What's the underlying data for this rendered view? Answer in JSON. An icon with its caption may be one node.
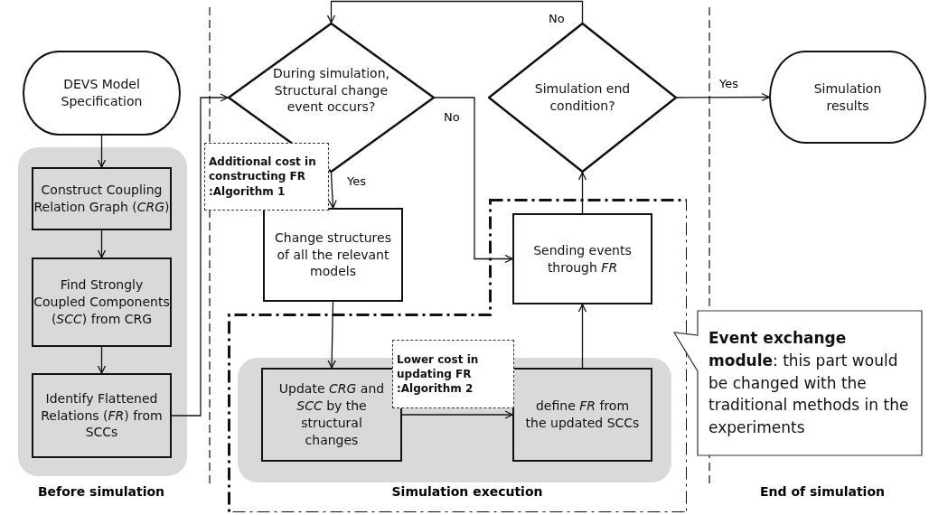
{
  "diagram": {
    "nodes": [
      {
        "text": [
          "DEVS Model Specification"
        ]
      },
      {
        "text": [],
        "shape": "box"
      },
      {
        "text": [
          "Construct Coupling Relation Graph (*CRG*)"
        ],
        "in": 1
      },
      {
        "text": [
          "Find Strongly Coupled Components (*SCC*) from CRG"
        ],
        "in": 1
      },
      {
        "text": [
          "Identify Flattened Relations (*FR*) from SCCs"
        ],
        "in": 1
      },
      {
        "text": [
          "Additional cost in constructing FR :Algorithm 1"
        ]
      },
      {
        "text": [
          "During simulation, Structural change event occurs?"
        ]
      },
      {
        "text": [
          "Change structures of all the relevant models"
        ]
      },
      {
        "text": [
          "Simulation end condition?"
        ]
      },
      {
        "text": [
          "Simulation results"
        ]
      },
      {
        "text": [],
        "shape": "box"
      },
      {
        "text": [
          "Sending events through *FR*"
        ],
        "in": 10
      },
      {
        "text": [],
        "shape": "box",
        "in": 10
      },
      {
        "text": [
          "Update *CRG* and *SCC* by the structural changes"
        ],
        "in": 12
      },
      {
        "text": [
          "define *FR* from the updated SCCs"
        ],
        "in": 12
      },
      {
        "text": [
          "Lower cost in updating FR :Algorithm 2"
        ],
        "in": 10
      },
      {
        "text": [
          "**Event exchange module**: this part would be changed with the traditional methods in the experiments"
        ]
      }
    ],
    "edges": [
      {
        "from": 0,
        "to": 2,
        "arrow": "to"
      },
      {
        "from": 2,
        "to": 3,
        "arrow": "to"
      },
      {
        "from": 3,
        "to": 4,
        "arrow": "to"
      },
      {
        "from": 4,
        "to": 6,
        "arrow": "to"
      },
      {
        "from": 6,
        "to": 7,
        "arrow": "to",
        "label": "Yes"
      },
      {
        "from": 6,
        "to": 11,
        "arrow": "to",
        "label": "No"
      },
      {
        "from": 7,
        "to": 13,
        "arrow": "to"
      },
      {
        "from": 13,
        "to": 14,
        "arrow": "to"
      },
      {
        "from": 14,
        "to": 11,
        "arrow": "to"
      },
      {
        "from": 11,
        "to": 8,
        "arrow": "to"
      },
      {
        "from": 8,
        "to": 9,
        "arrow": "to",
        "label": "Yes"
      },
      {
        "from": 8,
        "to": 6,
        "arrow": "to",
        "label": "No"
      }
    ],
    "labels": [
      "Before simulation",
      "Simulation execution",
      "End of simulation"
    ]
  }
}
